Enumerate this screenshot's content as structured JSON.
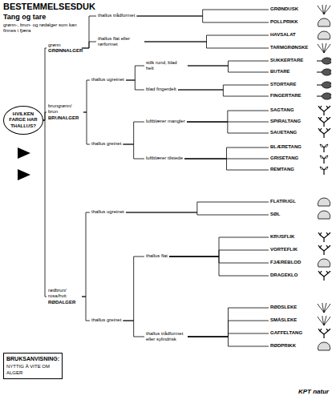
{
  "diagram": {
    "title": "BESTEMMELSESDUK",
    "nodes": [
      {
        "text": [
          "HVILKEN FARGE HAR THALLUS?"
        ]
      },
      {
        "text": [
          "grønn",
          "GRØNNALGER"
        ]
      },
      {
        "text": [
          "brungrønn/ brun",
          "BRUNALGER"
        ]
      },
      {
        "text": [
          "rødbrun/ rosa/hvit",
          "RØDALGER"
        ]
      },
      {
        "text": [
          "thallus trådformet"
        ]
      },
      {
        "text": [
          "GRØNDUSK"
        ]
      },
      {
        "text": [
          "POLLPRIKK"
        ]
      },
      {
        "text": [
          "thallus flat eller rørformet"
        ]
      },
      {
        "text": [
          "HAVSALAT"
        ]
      },
      {
        "text": [
          "TARMGRØNSKE"
        ]
      },
      {
        "text": [
          "thallus ugreinet"
        ]
      },
      {
        "text": [
          "stilk rund, blad helt"
        ]
      },
      {
        "text": [
          "SUKKERTARE"
        ]
      },
      {
        "text": [
          "BUTARE"
        ]
      },
      {
        "text": [
          "blad fingerdelt"
        ]
      },
      {
        "text": [
          "STORTARE"
        ]
      },
      {
        "text": [
          "FINGERTARE"
        ]
      },
      {
        "text": [
          "thallus greinet"
        ]
      },
      {
        "text": [
          "luftblærer mangler"
        ]
      },
      {
        "text": [
          "SAGTANG"
        ]
      },
      {
        "text": [
          "SPIRALTANG"
        ]
      },
      {
        "text": [
          "SAUETANG"
        ]
      },
      {
        "text": [
          "luftblærer tilstede"
        ]
      },
      {
        "text": [
          "BLÆRETANG"
        ]
      },
      {
        "text": [
          "GRISETANG"
        ]
      },
      {
        "text": [
          "REMTANG"
        ]
      },
      {
        "text": [
          "thallus ugreinet"
        ]
      },
      {
        "text": [
          "FLATRUGL"
        ]
      },
      {
        "text": [
          "SØL"
        ]
      },
      {
        "text": [
          "thallus greinet"
        ]
      },
      {
        "text": [
          "thallus flat"
        ]
      },
      {
        "text": [
          "KRUSFLIK"
        ]
      },
      {
        "text": [
          "VORTEFLIK"
        ]
      },
      {
        "text": [
          "FJÆREBLOD"
        ]
      },
      {
        "text": [
          "DRAGEKLO"
        ]
      },
      {
        "text": [
          "thallus trådformet eller sylindrisk"
        ]
      },
      {
        "text": [
          "RØDSLEKE"
        ]
      },
      {
        "text": [
          "SMÅSLEKE"
        ]
      },
      {
        "text": [
          "GAFFELTANG"
        ]
      },
      {
        "text": [
          "RØDPRIKK"
        ]
      },
      {
        "text": [
          "BRUKSANVISNING:",
          "NYTTIG Å VITE OM ALGER"
        ]
      }
    ],
    "edges": [
      {
        "from": 0,
        "to": 1,
        "arrow": "none"
      },
      {
        "from": 0,
        "to": 2,
        "arrow": "none"
      },
      {
        "from": 0,
        "to": 3,
        "arrow": "none"
      },
      {
        "from": 1,
        "to": 4,
        "arrow": "none"
      },
      {
        "from": 1,
        "to": 7,
        "arrow": "none"
      },
      {
        "from": 4,
        "to": 5,
        "arrow": "none"
      },
      {
        "from": 4,
        "to": 6,
        "arrow": "none"
      },
      {
        "from": 7,
        "to": 8,
        "arrow": "none"
      },
      {
        "from": 7,
        "to": 9,
        "arrow": "none"
      },
      {
        "from": 2,
        "to": 10,
        "arrow": "none"
      },
      {
        "from": 2,
        "to": 17,
        "arrow": "none"
      },
      {
        "from": 10,
        "to": 11,
        "arrow": "none"
      },
      {
        "from": 10,
        "to": 14,
        "arrow": "none"
      },
      {
        "from": 11,
        "to": 12,
        "arrow": "none"
      },
      {
        "from": 11,
        "to": 13,
        "arrow": "none"
      },
      {
        "from": 14,
        "to": 15,
        "arrow": "none"
      },
      {
        "from": 14,
        "to": 16,
        "arrow": "none"
      },
      {
        "from": 17,
        "to": 18,
        "arrow": "none"
      },
      {
        "from": 17,
        "to": 22,
        "arrow": "none"
      },
      {
        "from": 18,
        "to": 19,
        "arrow": "none"
      },
      {
        "from": 18,
        "to": 20,
        "arrow": "none"
      },
      {
        "from": 18,
        "to": 21,
        "arrow": "none"
      },
      {
        "from": 22,
        "to": 23,
        "arrow": "none"
      },
      {
        "from": 22,
        "to": 24,
        "arrow": "none"
      },
      {
        "from": 22,
        "to": 25,
        "arrow": "none"
      },
      {
        "from": 3,
        "to": 26,
        "arrow": "none"
      },
      {
        "from": 3,
        "to": 29,
        "arrow": "none"
      },
      {
        "from": 26,
        "to": 27,
        "arrow": "none"
      },
      {
        "from": 26,
        "to": 28,
        "arrow": "none"
      },
      {
        "from": 29,
        "to": 30,
        "arrow": "none"
      },
      {
        "from": 29,
        "to": 35,
        "arrow": "none"
      },
      {
        "from": 30,
        "to": 31,
        "arrow": "none"
      },
      {
        "from": 30,
        "to": 32,
        "arrow": "none"
      },
      {
        "from": 30,
        "to": 33,
        "arrow": "none"
      },
      {
        "from": 30,
        "to": 34,
        "arrow": "none"
      },
      {
        "from": 35,
        "to": 36,
        "arrow": "none"
      },
      {
        "from": 35,
        "to": 37,
        "arrow": "none"
      },
      {
        "from": 35,
        "to": 38,
        "arrow": "none"
      },
      {
        "from": 35,
        "to": 39,
        "arrow": "none"
      }
    ],
    "labels": [
      "Tang og tare",
      "grønn-, brun- og rødalger som kan finnes i fjæra",
      "KPT natur"
    ]
  }
}
